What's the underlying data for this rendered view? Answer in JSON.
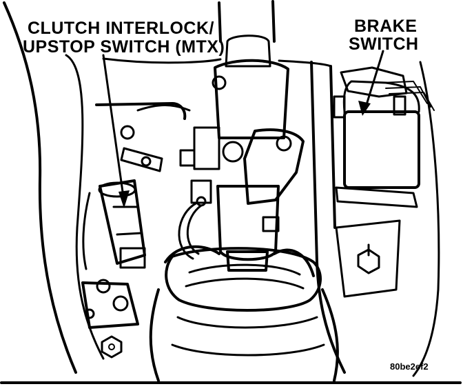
{
  "labels": {
    "clutch_switch_line1": "CLUTCH INTERLOCK/",
    "clutch_switch_line2": "UPSTOP SWITCH (MTX)",
    "brake_switch_line1": "BRAKE",
    "brake_switch_line2": "SWITCH"
  },
  "figure_id": "80be2ef2",
  "colors": {
    "ink": "#000000",
    "paper": "#ffffff"
  }
}
